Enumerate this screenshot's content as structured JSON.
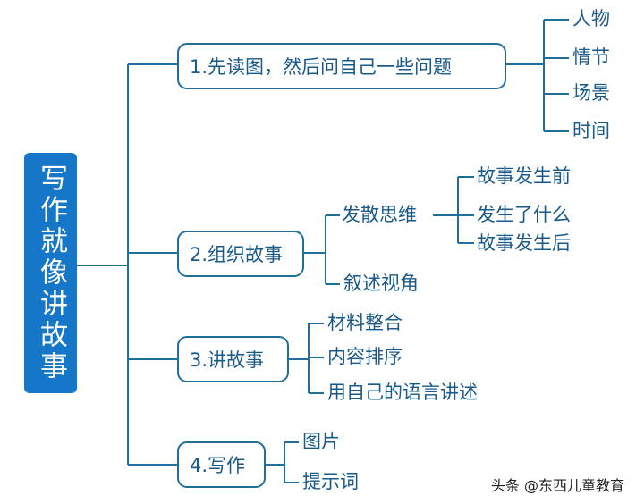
{
  "root": {
    "label": "写作就像讲故事"
  },
  "branches": [
    {
      "label": "1.先读图，然后问自己一些问题",
      "children": [
        "人物",
        "情节",
        "场景",
        "时间"
      ]
    },
    {
      "label": "2.组织故事",
      "sub1": {
        "label": "发散思维",
        "children": [
          "故事发生前",
          "发生了什么",
          "故事发生后"
        ]
      },
      "sub2": {
        "label": "叙述视角"
      }
    },
    {
      "label": "3.讲故事",
      "children": [
        "材料整合",
        "内容排序",
        "用自己的语言讲述"
      ]
    },
    {
      "label": "4.写作",
      "children": [
        "图片",
        "提示词"
      ]
    }
  ],
  "watermark": "头条 @东西儿童教育",
  "colors": {
    "line": "#1f6f9c",
    "root_fill": "#1677c8",
    "text": "#1a5a8a"
  }
}
